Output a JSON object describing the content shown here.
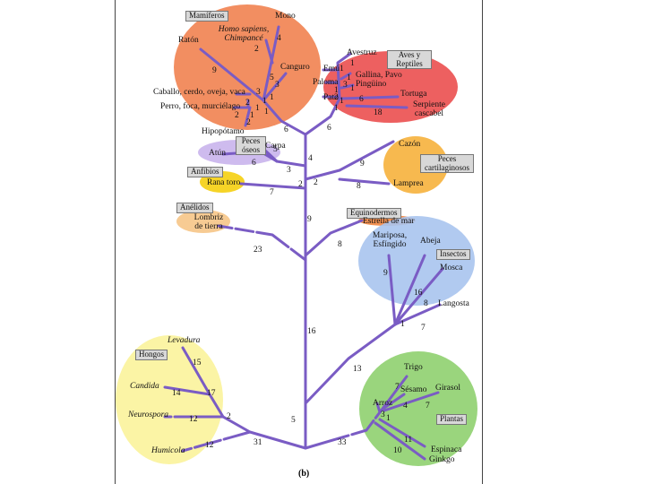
{
  "figure": {
    "caption": "(b)",
    "groups": {
      "mammals": "Mamíferos",
      "birds_reptiles": "Aves y Reptiles",
      "bony_fish": "Peces óseos",
      "cartilaginous_fish": "Peces cartilaginosos",
      "amphibians": "Anfibios",
      "annelids": "Anélidos",
      "echinoderms": "Equinodermos",
      "insects": "Insectos",
      "fungi": "Hongos",
      "plants": "Plantas"
    },
    "colors": {
      "branch": "#7a5cc4",
      "mammals": "#f07a45",
      "birds_reptiles": "#ea4444",
      "fish": "#c9b4ec",
      "cartilaginous": "#f6b13c",
      "amphibians": "#f5d21b",
      "annelids": "#f7c88d",
      "echinoderm": "#f08b4a",
      "insects": "#a9c4ee",
      "fungi": "#fbf3a0",
      "plants": "#8fd06f"
    },
    "taxa": {
      "raton": "Ratón",
      "homo_chimp": "Homo sapiens, Chimpancé",
      "mono": "Mono",
      "canguro": "Canguro",
      "caballo": "Caballo, cerdo, oveja, vaca",
      "perro": "Perro, foca, murciélago",
      "hipopotamo": "Hipopótamo",
      "avestruz": "Avestruz",
      "emu": "Emú",
      "gallina": "Gallina, Pavo",
      "paloma": "Paloma",
      "pinguino": "Pingüino",
      "pato": "Pato",
      "tortuga": "Tortuga",
      "serpiente": "Serpiente cascabel",
      "carpa": "Carpa",
      "atun": "Atún",
      "cazon": "Cazón",
      "rana": "Rana toro",
      "lamprea": "Lamprea",
      "lombriz": "Lombriz de tierra",
      "estrella": "Estrella de mar",
      "mariposa": "Mariposa, Esfíngido",
      "abeja": "Abeja",
      "mosca": "Mosca",
      "langosta": "Langosta",
      "levadura": "Levadura",
      "candida": "Candida",
      "neurospora": "Neurospora",
      "humicola": "Humicola",
      "trigo": "Trigo",
      "sesamo": "Sésamo",
      "girasol": "Girasol",
      "arroz": "Arroz",
      "espinaca": "Espinaca",
      "ginkgo": "Ginkgo"
    },
    "branch_numbers": {
      "m_mono": "4",
      "m_homo": "2",
      "m_canguro": "5",
      "m_raton": "9",
      "m_a3": "3",
      "m_a1": "1",
      "m_b3": "3",
      "m_b2": "2",
      "m_b1": "1",
      "m_c2": "2",
      "m_c1": "1",
      "m_d2": "2",
      "m_d1": "1",
      "m_e1": "1",
      "m_base": "6",
      "b_1a": "1",
      "b_1b": "1",
      "b_1c": "1",
      "b_1d": "1",
      "b_1e": "1",
      "b_3": "3",
      "b_1f": "1",
      "b_2": "2",
      "b_6": "6",
      "b_18": "18",
      "b_1g": "1",
      "b_base": "6",
      "f_carpa": "5",
      "f_atun": "6",
      "f_base": "3",
      "f_main": "4",
      "c_9": "9",
      "c_8": "8",
      "c_2": "2",
      "a_7": "7",
      "a_2": "2",
      "trunk_9": "9",
      "lombriz_23": "23",
      "est_8": "8",
      "i_9": "9",
      "i_16": "16",
      "i_8": "8",
      "i_1": "1",
      "i_7": "7",
      "trunk_16": "16",
      "trunk_13": "13",
      "h_15": "15",
      "h_14": "14",
      "h_17": "17",
      "h_12a": "12",
      "h_2": "2",
      "h_12b": "12",
      "h_31": "31",
      "trunk_5": "5",
      "p_7": "7",
      "p_4": "4",
      "p_3": "3",
      "p_1": "1",
      "p_7b": "7",
      "p_11": "11",
      "p_10": "10",
      "p_33": "33"
    }
  }
}
